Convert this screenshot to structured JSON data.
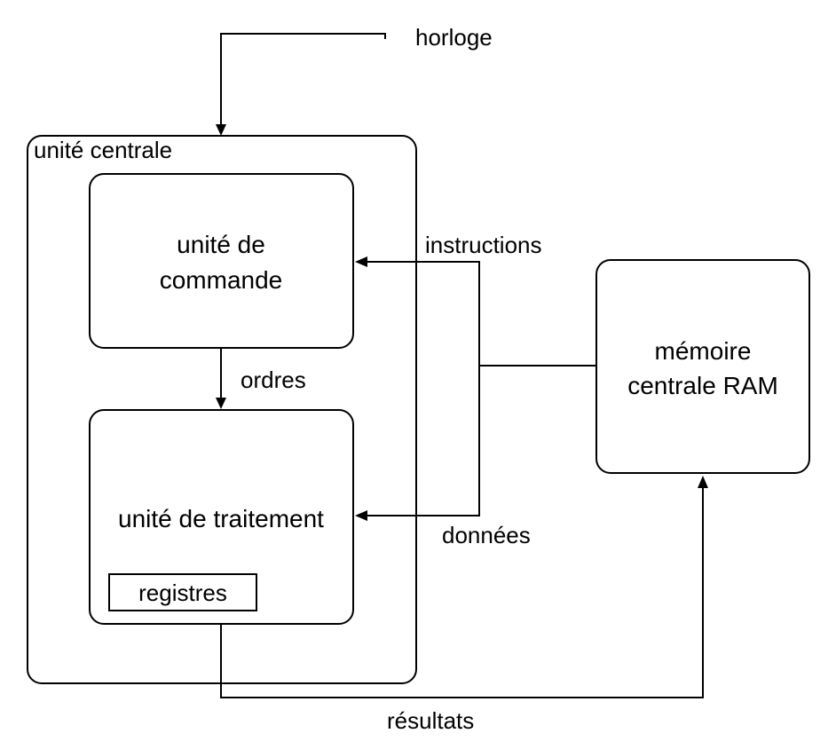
{
  "nodes": {
    "central_unit": {
      "label": "unité centrale"
    },
    "control_unit": {
      "label_line1": "unité de",
      "label_line2": "commande"
    },
    "processing_unit": {
      "label": "unité de traitement"
    },
    "registers": {
      "label": "registres"
    },
    "ram": {
      "label_line1": "mémoire",
      "label_line2": "centrale RAM"
    }
  },
  "edges": {
    "clock": {
      "label": "horloge"
    },
    "orders": {
      "label": "ordres"
    },
    "instructions": {
      "label": "instructions"
    },
    "data": {
      "label": "données"
    },
    "results": {
      "label": "résultats"
    }
  },
  "colors": {
    "stroke": "#000000",
    "background": "#ffffff",
    "text": "#000000"
  }
}
